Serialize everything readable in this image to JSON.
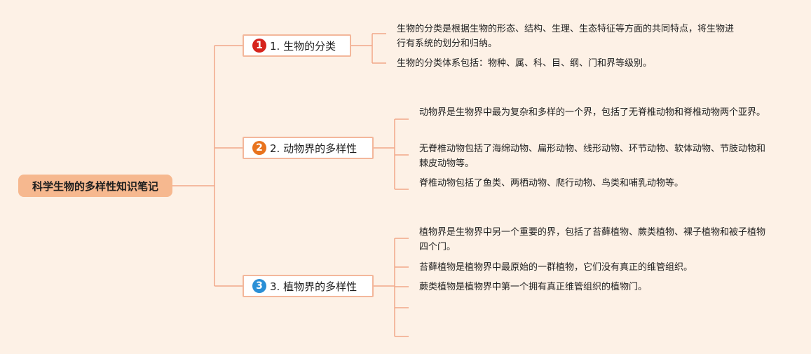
{
  "root": {
    "label": "科学生物的多样性知识笔记"
  },
  "branches": [
    {
      "badge": "1",
      "badge_color": "#d6231c",
      "label": "1. 生物的分类",
      "leaves": [
        "生物的分类是根据生物的形态、结构、生理、生态特征等方面的共同特点，将生物进行有系统的划分和归纳。",
        "生物的分类体系包括：物种、属、科、目、纲、门和界等级别。"
      ]
    },
    {
      "badge": "2",
      "badge_color": "#e8731e",
      "label": "2. 动物界的多样性",
      "leaves": [
        "动物界是生物界中最为复杂和多样的一个界，包括了无脊椎动物和脊椎动物两个亚界。",
        "无脊椎动物包括了海绵动物、扁形动物、线形动物、环节动物、软体动物、节肢动物和棘皮动物等。",
        "脊椎动物包括了鱼类、两栖动物、爬行动物、鸟类和哺乳动物等。"
      ]
    },
    {
      "badge": "3",
      "badge_color": "#2a8fd6",
      "label": "3. 植物界的多样性",
      "leaves": [
        "植物界是生物界中另一个重要的界，包括了苔藓植物、蕨类植物、裸子植物和被子植物四个门。",
        "苔藓植物是植物界中最原始的一群植物，它们没有真正的维管组织。",
        "蕨类植物是植物界中第一个拥有真正维管组织的植物门。",
        "",
        ""
      ]
    }
  ],
  "colors": {
    "connector": "#f2a888",
    "branch_border": "#f3b79b",
    "root_fill": "#f6b88f"
  }
}
